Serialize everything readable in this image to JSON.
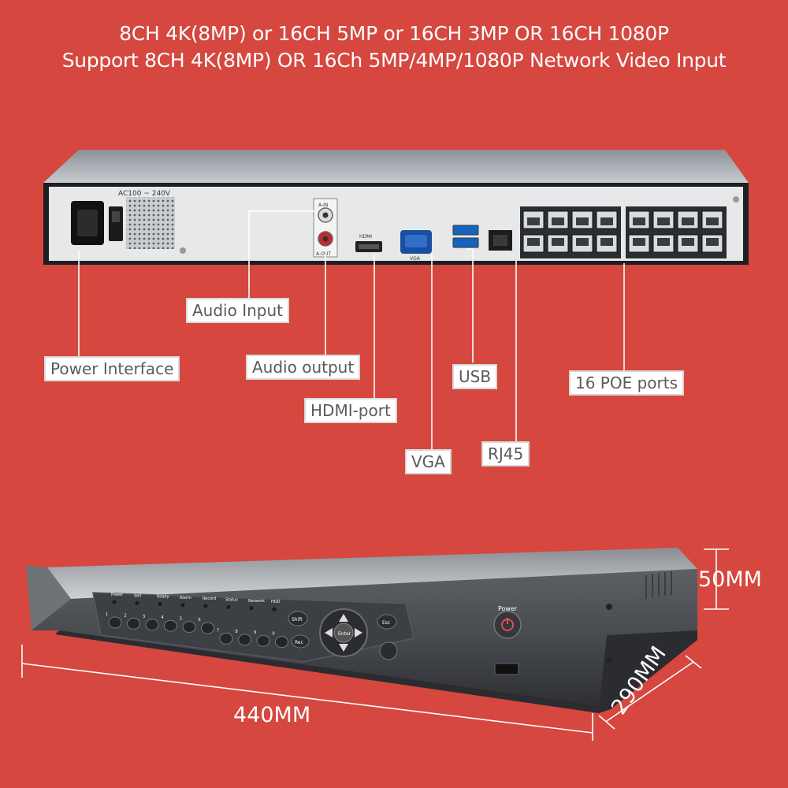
{
  "header": {
    "line1": "8CH 4K(8MP) or 16CH 5MP or 16CH 3MP OR 16CH 1080P",
    "line2": "Support 8CH 4K(8MP) OR 16Ch 5MP/4MP/1080P Network Video Input"
  },
  "rear_panel": {
    "power_rating": "AC100 ~ 240V",
    "audio_in_label": "A-IN",
    "audio_out_label": "A-OUT",
    "hdmi_label": "HDMI",
    "vga_label": "VGA"
  },
  "callouts": {
    "audio_input": "Audio Input",
    "power_interface": "Power Interface",
    "audio_output": "Audio output",
    "hdmi_port": "HDMI-port",
    "vga": "VGA",
    "usb": "USB",
    "rj45": "RJ45",
    "poe_ports": "16 POE ports"
  },
  "front_panel": {
    "leds": [
      "Power",
      "Sell",
      "Ready",
      "Alarm",
      "Record",
      "Status",
      "Network",
      "HDD"
    ],
    "keys": [
      "1",
      "2",
      "3",
      "4",
      "5",
      "6",
      "7",
      "8",
      "9",
      "0"
    ],
    "shift": "Shift",
    "enter": "Enter",
    "esc": "Esc",
    "rec": "Rec",
    "power": "Power"
  },
  "dimensions": {
    "height": "50MM",
    "width": "440MM",
    "depth": "290MM"
  },
  "colors": {
    "background": "#d5473f",
    "chassis_top": "#b9bec4",
    "chassis_back": "#1d1f22",
    "callout_border": "#d8d8d8"
  }
}
